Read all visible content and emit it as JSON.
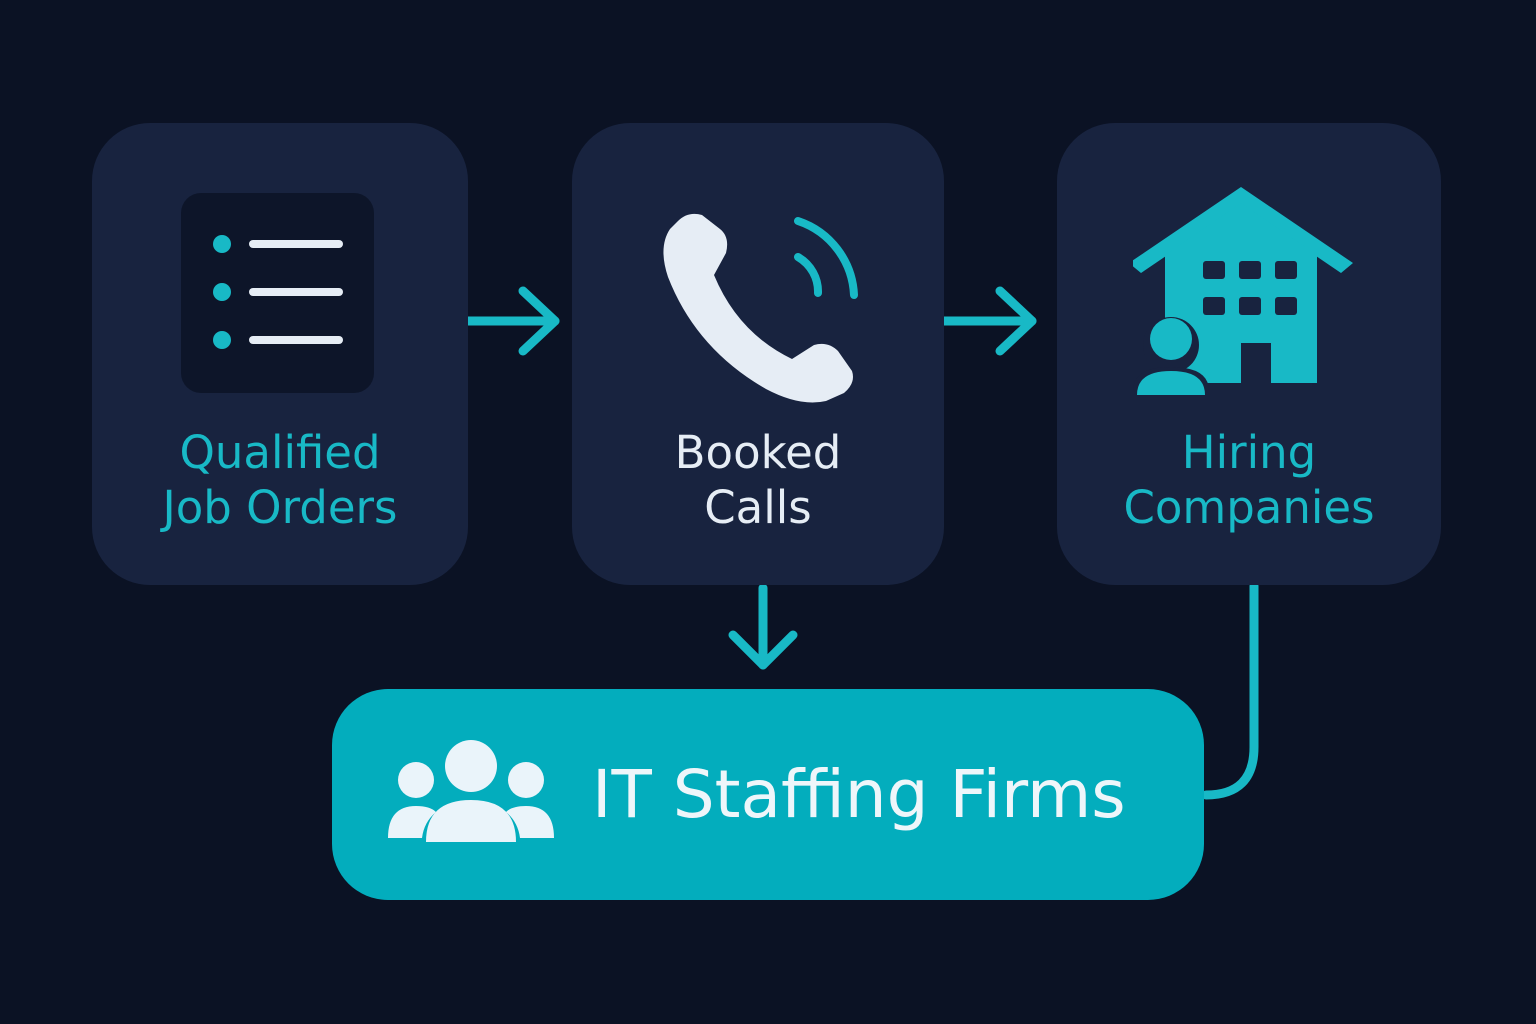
{
  "colors": {
    "background": "#0b1224",
    "card": "#18233f",
    "accent": "#18b9c6",
    "highlight_box": "#03adbd",
    "light_text": "#e6edf5"
  },
  "nodes": {
    "job_orders": {
      "icon": "list-icon",
      "label_line1": "Qualified",
      "label_line2": "Job Orders"
    },
    "calls": {
      "icon": "phone-icon",
      "label_line1": "Booked",
      "label_line2": "Calls"
    },
    "companies": {
      "icon": "building-person-icon",
      "label_line1": "Hiring",
      "label_line2": "Companies"
    },
    "firms": {
      "icon": "people-group-icon",
      "label": "IT Staffing Firms"
    }
  },
  "edges": [
    {
      "from": "job_orders",
      "to": "calls",
      "style": "arrow"
    },
    {
      "from": "calls",
      "to": "companies",
      "style": "arrow"
    },
    {
      "from": "calls",
      "to": "firms",
      "style": "arrow"
    },
    {
      "from": "companies",
      "to": "firms",
      "style": "line"
    }
  ]
}
